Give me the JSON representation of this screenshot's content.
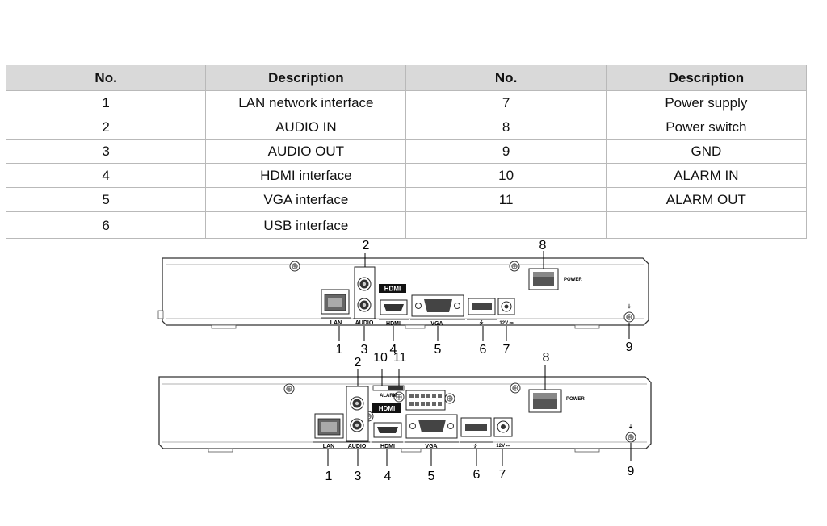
{
  "table": {
    "headers": [
      "No.",
      "Description",
      "No.",
      "Description"
    ],
    "rows": [
      [
        "1",
        "LAN network interface",
        "7",
        "Power supply"
      ],
      [
        "2",
        "AUDIO IN",
        "8",
        "Power switch"
      ],
      [
        "3",
        "AUDIO OUT",
        "9",
        "GND"
      ],
      [
        "4",
        "HDMI interface",
        "10",
        "ALARM IN"
      ],
      [
        "5",
        "VGA interface",
        "11",
        "ALARM OUT"
      ],
      [
        "6",
        "USB interface",
        "",
        ""
      ]
    ]
  },
  "panel_top": {
    "labels": {
      "lan": "LAN",
      "audio": "AUDIO",
      "hdmi": "HDMI",
      "vga": "VGA",
      "power_in": "12V ⎓",
      "power": "POWER",
      "hdmi_logo": "HDMI"
    },
    "callouts": [
      "1",
      "2",
      "3",
      "4",
      "5",
      "6",
      "7",
      "8",
      "9"
    ]
  },
  "panel_bottom": {
    "labels": {
      "lan": "LAN",
      "audio": "AUDIO",
      "hdmi": "HDMI",
      "vga": "VGA",
      "power_in": "12V ⎓",
      "power": "POWER",
      "alarm": "ALARM",
      "hdmi_logo": "HDMI"
    },
    "callouts": [
      "1",
      "2",
      "3",
      "4",
      "5",
      "6",
      "7",
      "8",
      "9",
      "10",
      "11"
    ]
  }
}
